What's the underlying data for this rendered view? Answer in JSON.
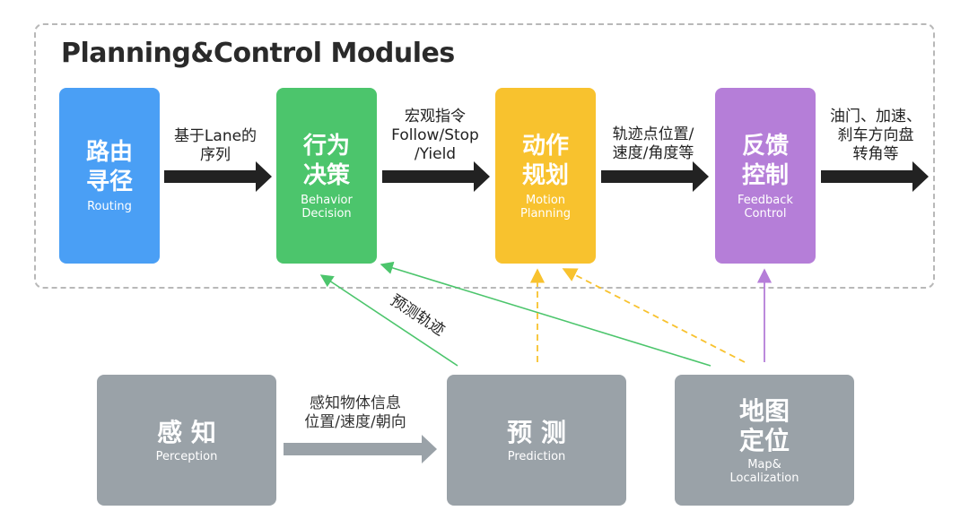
{
  "title": "Planning&Control Modules",
  "modules": {
    "routing": {
      "zh": "路由\n寻径",
      "en": "Routing",
      "color": "#4a9ff5"
    },
    "behavior": {
      "zh": "行为\n决策",
      "en": "Behavior\nDecision",
      "color": "#4cc56c"
    },
    "motion": {
      "zh": "动作\n规划",
      "en": "Motion\nPlanning",
      "color": "#f8c22e"
    },
    "feedback": {
      "zh": "反馈\n控制",
      "en": "Feedback\nControl",
      "color": "#b57ed8"
    },
    "perception": {
      "zh": "感 知",
      "en": "Perception",
      "color": "#9aa2a8"
    },
    "prediction": {
      "zh": "预 测",
      "en": "Prediction",
      "color": "#9aa2a8"
    },
    "map": {
      "zh": "地图\n定位",
      "en": "Map&\nLocalization",
      "color": "#9aa2a8"
    }
  },
  "flow_labels": {
    "routing_to_behavior": "基于Lane的\n序列",
    "behavior_to_motion": "宏观指令\nFollow/Stop\n/Yield",
    "motion_to_feedback": "轨迹点位置/\n速度/角度等",
    "feedback_out": "油门、加速、\n刹车方向盘\n转角等",
    "perception_to_prediction": "感知物体信息\n位置/速度/朝向",
    "prediction_trajectory": "预测轨迹"
  },
  "colors": {
    "main_arrow": "#222222",
    "gray_arrow": "#9aa2a8",
    "green_line": "#4cc56c",
    "yellow_line": "#f8c22e",
    "purple_line": "#b57ed8"
  }
}
